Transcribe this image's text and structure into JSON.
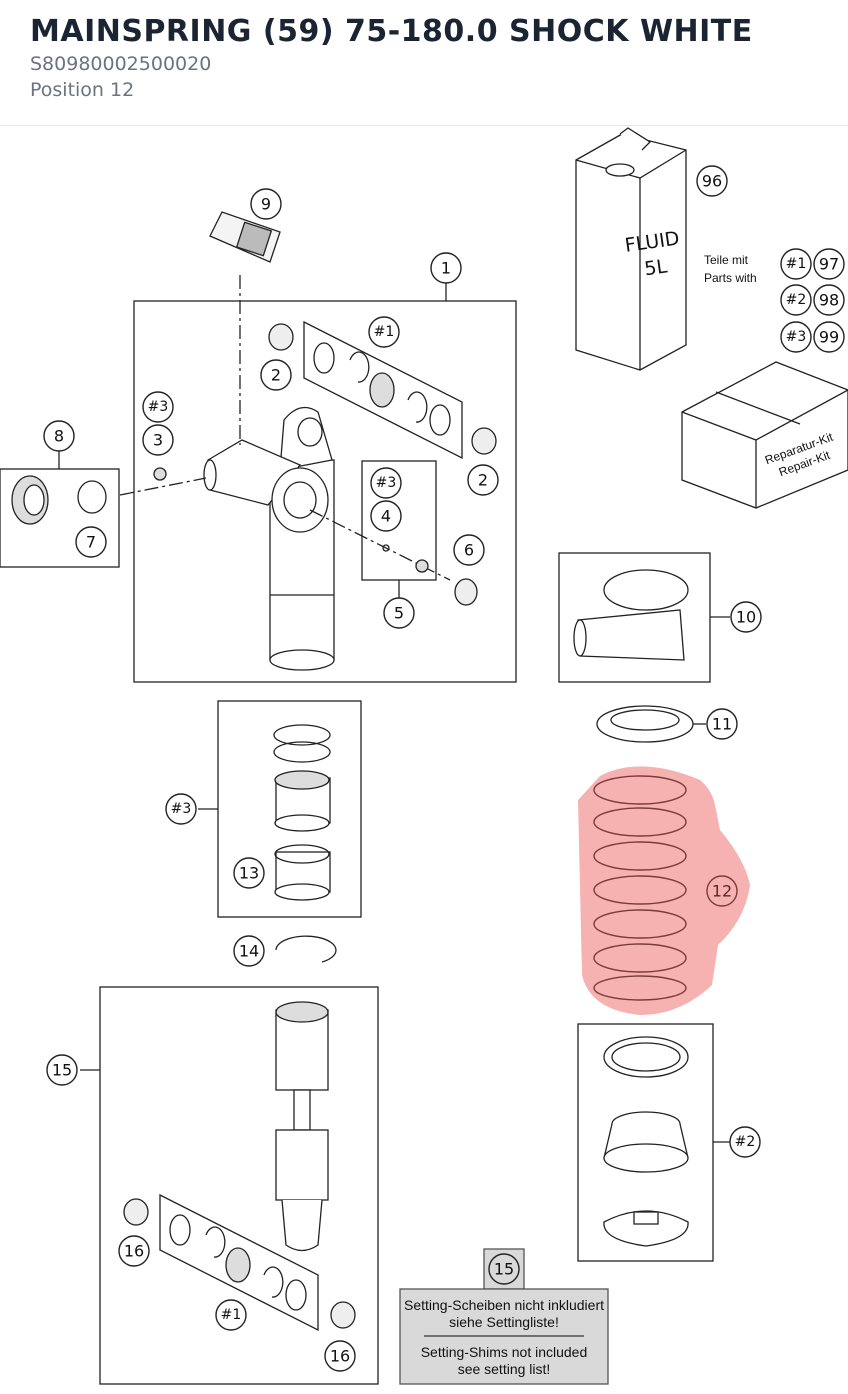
{
  "header": {
    "title": "MAINSPRING (59) 75-180.0 SHOCK WHITE",
    "part_number": "S80980002500020",
    "position": "Position 12"
  },
  "diagram": {
    "selected_callout": "12",
    "highlight_color": "#f4a3a3",
    "callouts": {
      "c1": "1",
      "c2a": "2",
      "c2b": "2",
      "c3": "3",
      "c4": "4",
      "c5": "5",
      "c6": "6",
      "c7": "7",
      "c8": "8",
      "c9": "9",
      "c10": "10",
      "c11": "11",
      "c12": "12",
      "c13": "13",
      "c14": "14",
      "c15a": "15",
      "c15b": "15",
      "c16a": "16",
      "c16b": "16",
      "c96": "96",
      "c97": "97",
      "c98": "98",
      "c99": "99",
      "h1a": "#1",
      "h1b": "#1",
      "h1c": "#1",
      "h2a": "#2",
      "h2b": "#2",
      "h3a": "#3",
      "h3b": "#3",
      "h3c": "#3",
      "h3d": "#3"
    },
    "fluid_label_1": "FLUID",
    "fluid_label_2": "5L",
    "parts_with_de": "Teile mit",
    "parts_with_en": "Parts with",
    "repair_kit_de": "Reparatur-Kit",
    "repair_kit_en": "Repair-Kit",
    "setting_note": {
      "de_line1": "Setting-Scheiben nicht inkludiert",
      "de_line2": "siehe Settingliste!",
      "en_line1": "Setting-Shims not included",
      "en_line2": "see setting list!"
    }
  }
}
